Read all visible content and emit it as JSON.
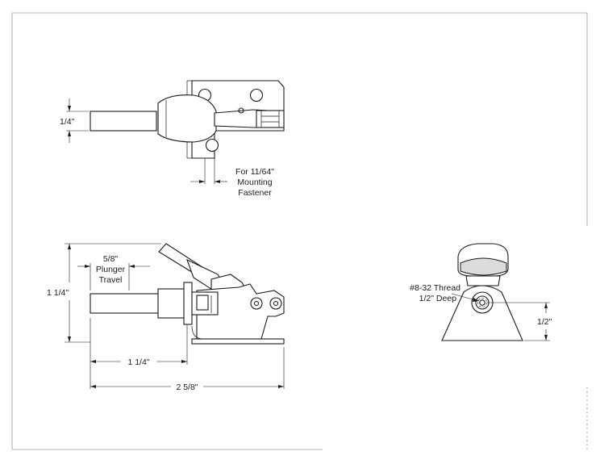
{
  "dimensions": {
    "plunger_diameter": "1/4\"",
    "mounting_fastener": [
      "For 11/64\"",
      "Mounting",
      "Fastener"
    ],
    "plunger_travel": [
      "5/8\"",
      "Plunger",
      "Travel"
    ],
    "height": "1 1/4\"",
    "base_to_body": "1 1/4\"",
    "overall_length": "2 5/8\"",
    "thread": [
      "#8-32 Thread",
      "1/2\" Deep"
    ],
    "thread_height": "1/2\""
  }
}
